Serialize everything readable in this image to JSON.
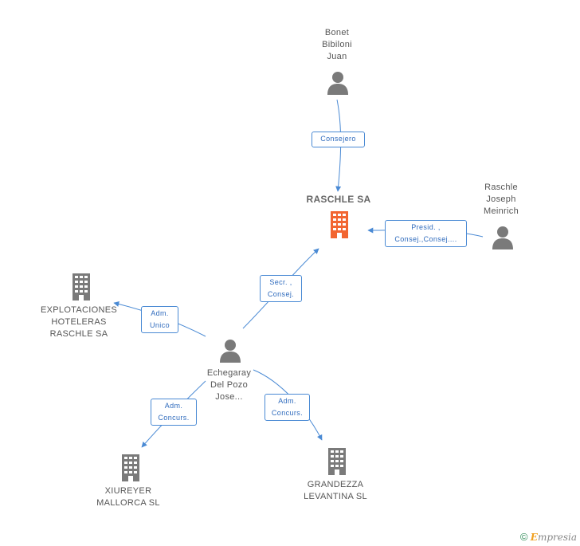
{
  "nodes": {
    "bonet": [
      "Bonet",
      "Bibiloni",
      "Juan"
    ],
    "raschle_sa": [
      "RASCHLE SA"
    ],
    "raschle_joseph": [
      "Raschle",
      "Joseph",
      "Meinrich"
    ],
    "explotaciones": [
      "EXPLOTACIONES",
      "HOTELERAS",
      "RASCHLE SA"
    ],
    "echegaray": [
      "Echegaray",
      "Del Pozo",
      "Jose..."
    ],
    "xiureyer": [
      "XIUREYER",
      "MALLORCA SL"
    ],
    "grandezza": [
      "GRANDEZZA",
      "LEVANTINA SL"
    ]
  },
  "relations": {
    "consejero": [
      "Consejero"
    ],
    "presid": [
      "Presid. ,",
      "Consej.,Consej...."
    ],
    "secr": [
      "Secr. ,",
      "Consej."
    ],
    "adm_unico": [
      "Adm.",
      "Unico"
    ],
    "adm_concurs_1": [
      "Adm.",
      "Concurs."
    ],
    "adm_concurs_2": [
      "Adm.",
      "Concurs."
    ]
  },
  "icons": {
    "person": "person-icon",
    "company": "building-icon",
    "main_company": "building-icon",
    "copyright": "copyright-icon"
  },
  "colors": {
    "accent": "#f26531",
    "icon": "#7a7a7a",
    "edge": "#4a8ad4",
    "relation_text": "#2f6bbd"
  },
  "footer": {
    "copyright": "©",
    "brand_first": "E",
    "brand_rest": "mpresia"
  }
}
